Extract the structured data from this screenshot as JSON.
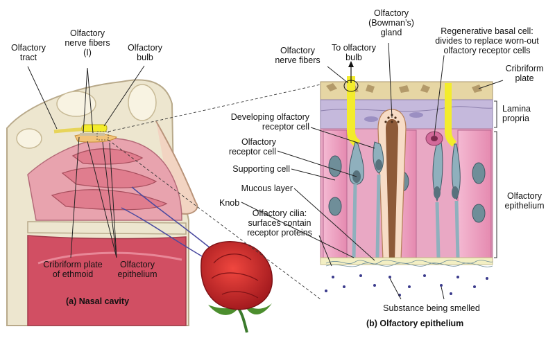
{
  "panel_a": {
    "caption": "(a) Nasal cavity",
    "labels": {
      "olfactory_tract": [
        "Olfactory",
        "tract"
      ],
      "nerve_fibers": [
        "Olfactory",
        "nerve fibers",
        "(I)"
      ],
      "olfactory_bulb": [
        "Olfactory",
        "bulb"
      ],
      "cribriform_plate": [
        "Cribriform plate",
        "of ethmoid"
      ],
      "olfactory_epithelium": [
        "Olfactory",
        "epithelium"
      ]
    }
  },
  "panel_b": {
    "caption": "(b) Olfactory epithelium",
    "labels": {
      "nerve_fibers": [
        "Olfactory",
        "nerve fibers"
      ],
      "to_bulb": [
        "To olfactory",
        "bulb"
      ],
      "bowmans_gland": [
        "Olfactory",
        "(Bowman’s)",
        "gland"
      ],
      "basal_cell": [
        "Regenerative basal cell:",
        "divides to replace worn-out",
        "olfactory receptor cells"
      ],
      "cribriform_plate": [
        "Cribriform",
        "plate"
      ],
      "lamina_propria": [
        "Lamina",
        "propria"
      ],
      "developing_cell": [
        "Developing olfactory",
        "receptor cell"
      ],
      "receptor_cell": [
        "Olfactory",
        "receptor cell"
      ],
      "supporting_cell": [
        "Supporting cell"
      ],
      "mucous_layer": [
        "Mucous layer"
      ],
      "knob": [
        "Knob"
      ],
      "cilia": [
        "Olfactory cilia:",
        "surfaces contain",
        "receptor proteins"
      ],
      "olfactory_epithelium": [
        "Olfactory",
        "epithelium"
      ],
      "substance": [
        "Substance being smelled"
      ]
    }
  },
  "colors": {
    "bone": "#ede6cf",
    "bone_outline": "#b8a98a",
    "tissue_pink": "#e8a3ae",
    "mucosa_red": "#d4586a",
    "cell_pink": "#ec9fc0",
    "nucleus_gray": "#6f8e99",
    "nerve_yellow": "#f3ec2c",
    "lamina": "#c5b9dc",
    "gland_brown": "#8d5a38",
    "rose_red": "#c9262a",
    "dots": "#3b3b8c"
  }
}
